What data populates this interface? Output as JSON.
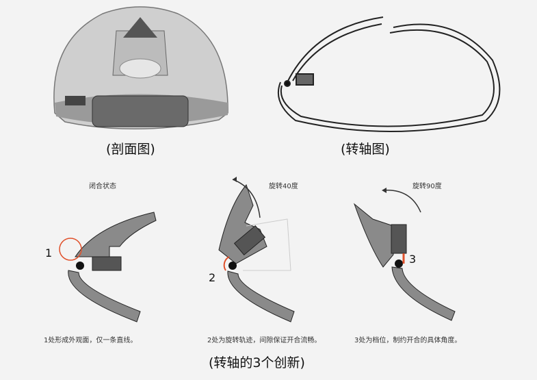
{
  "captions": {
    "section_view": "(剖面图)",
    "hinge_view": "(转轴图)",
    "innovations": "(转轴的3个创新)"
  },
  "panels": [
    {
      "state_label": "闭合状态",
      "marker": "1",
      "note": "1处形成外观面，仅一条直线。"
    },
    {
      "state_label": "旋转40度",
      "marker": "2",
      "note": "2处为旋转轨迹，间隙保证开合流畅。"
    },
    {
      "state_label": "旋转90度",
      "marker": "3",
      "note": "3处为档位，制约开合的具体角度。"
    }
  ],
  "colors": {
    "accent": "#e0502a",
    "shell": "#8a8a8a",
    "dark": "#555555"
  }
}
